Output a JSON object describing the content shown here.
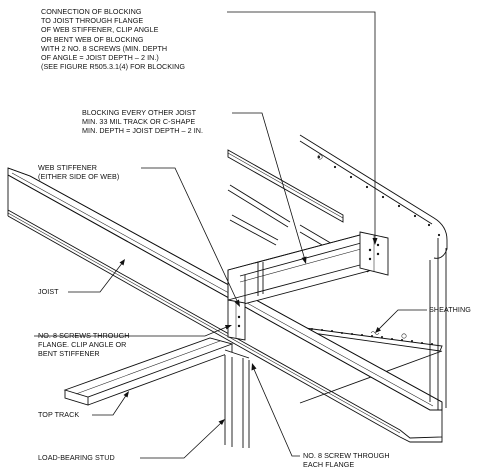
{
  "labels": {
    "connection": [
      "CONNECTION OF BLOCKING",
      "TO JOIST THROUGH FLANGE",
      "OF WEB STIFFENER, CLIP ANGLE",
      "OR BENT WEB OF BLOCKING",
      "WITH 2 NO. 8 SCREWS (MIN. DEPTH",
      "OF ANGLE = JOIST DEPTH – 2 IN.)",
      "(SEE FIGURE R505.3.1(4) FOR BLOCKING"
    ],
    "blocking": [
      "BLOCKING EVERY OTHER JOIST",
      "MIN. 33 MIL TRACK OR C-SHAPE",
      "MIN. DEPTH = JOIST DEPTH – 2 IN."
    ],
    "web_stiffener": [
      "WEB STIFFENER",
      "(EITHER SIDE OF WEB)"
    ],
    "joist": [
      "JOIST"
    ],
    "sheathing": [
      "SHEATHING"
    ],
    "screws_flange": [
      "NO. 8 SCREWS THROUGH",
      "FLANGE. CLIP ANGLE OR",
      "BENT STIFFENER"
    ],
    "top_track": [
      "TOP TRACK"
    ],
    "stud": [
      "LOAD-BEARING STUD"
    ],
    "screw_each": [
      "NO. 8 SCREW THROUGH",
      "EACH FLANGE"
    ]
  }
}
